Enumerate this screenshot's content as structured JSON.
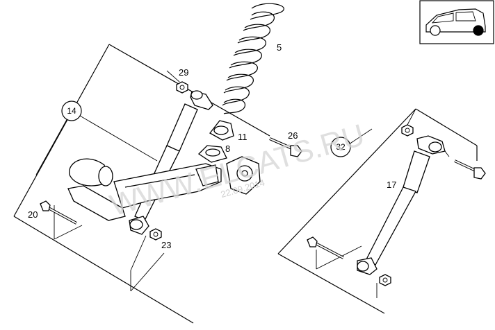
{
  "watermark": "WWW.ELCATS.RU",
  "watermark_date": "22.09.2014",
  "labels": {
    "p5": "5",
    "p29": "29",
    "p14": "14",
    "p11": "11",
    "p8": "8",
    "p26": "26",
    "p32": "32",
    "p17": "17",
    "p20": "20",
    "p23": "23"
  },
  "icons": {
    "vehicle": "car-side-icon"
  }
}
